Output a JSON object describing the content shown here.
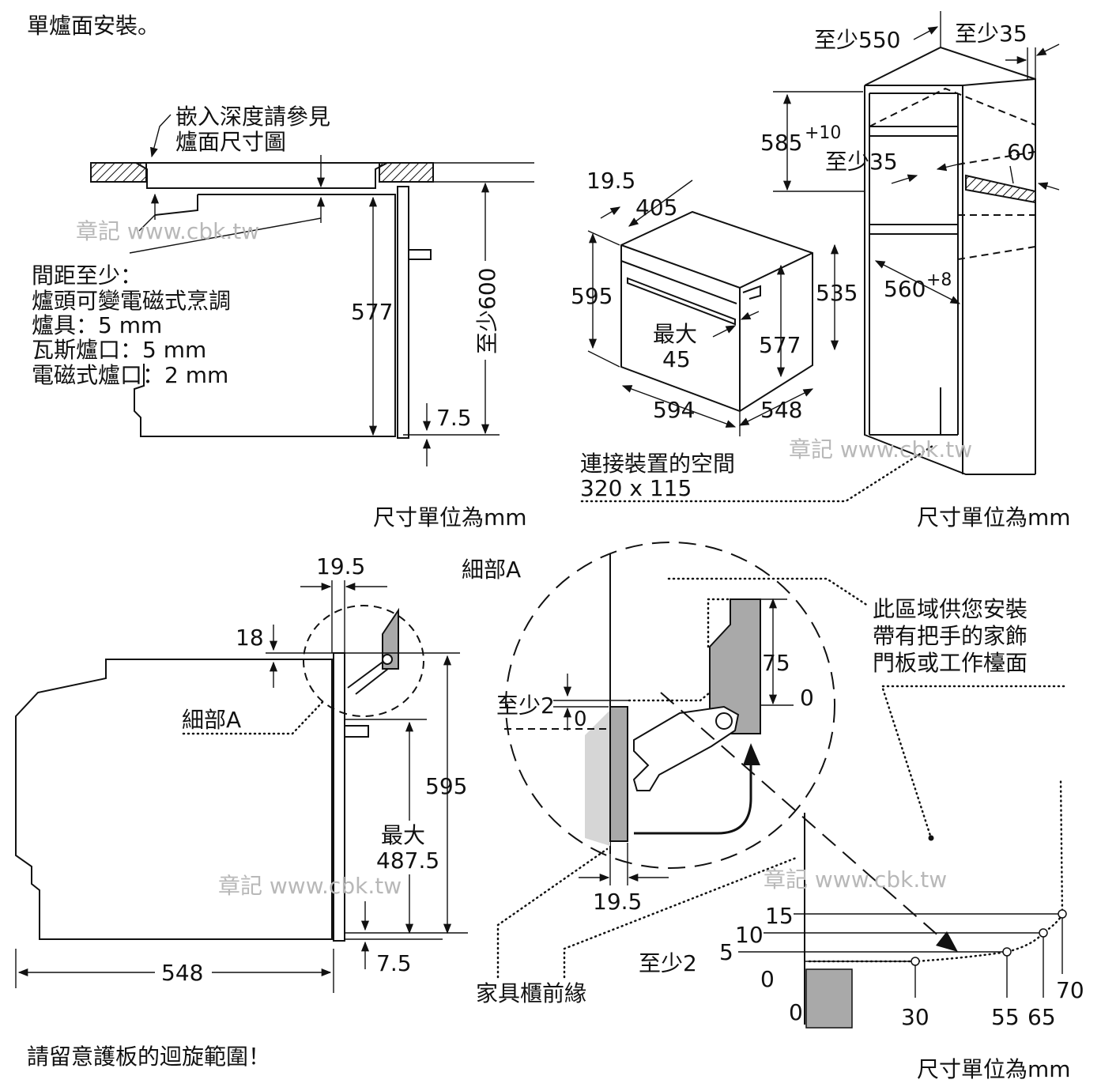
{
  "top_left": {
    "heading": "單爐面安裝。",
    "note_line1": "嵌入深度請參見",
    "note_line2": "爐面尺寸圖",
    "clearance_lines": [
      "間距至少：",
      "爐頭可變電磁式烹調",
      "爐具：5 mm",
      "瓦斯爐口：5 mm",
      "電磁式爐口：2 mm"
    ],
    "dim_577": "577",
    "dim_600": "至少600",
    "dim_7_5": "7.5",
    "unit": "尺寸單位為mm"
  },
  "top_right": {
    "dim_550": "至少550",
    "dim_35_top": "至少35",
    "dim_585": "585",
    "dim_585_tol": "+10",
    "dim_35_mid": "至少35",
    "dim_60": "60",
    "dim_19_5": "19.5",
    "dim_405": "405",
    "dim_595": "595",
    "dim_535": "535",
    "dim_560": "560",
    "dim_560_tol": "+8",
    "max_label": "最大",
    "max_value": "45",
    "dim_577": "577",
    "dim_594": "594",
    "dim_548": "548",
    "connection_line1": "連接裝置的空間",
    "connection_line2": "320 x 115",
    "unit": "尺寸單位為mm"
  },
  "bottom_left": {
    "dim_19_5": "19.5",
    "dim_18": "18",
    "detail_label": "細部A",
    "dim_595": "595",
    "max_label": "最大",
    "max_value": "487.5",
    "dim_7_5": "7.5",
    "dim_548": "548",
    "footer": "請留意護板的迴旋範圍！"
  },
  "bottom_right": {
    "detail_title": "細部A",
    "area_line1": "此區域供您安裝",
    "area_line2": "帶有把手的家飾",
    "area_line3": "門板或工作檯面",
    "dim_75": "75",
    "dim_0_a": "0",
    "min_2": "至少2",
    "dim_0_b": "0",
    "dim_19_5": "19.5",
    "front_edge": "家具櫃前緣",
    "graph_15": "15",
    "graph_10": "10",
    "graph_5": "5",
    "graph_0": "0",
    "graph_min2": "至少2",
    "graph_0_low": "0",
    "graph_30": "30",
    "graph_55": "55",
    "graph_65": "65",
    "graph_70": "70",
    "unit": "尺寸單位為mm"
  },
  "watermark": "章記 www.cbk.tw"
}
